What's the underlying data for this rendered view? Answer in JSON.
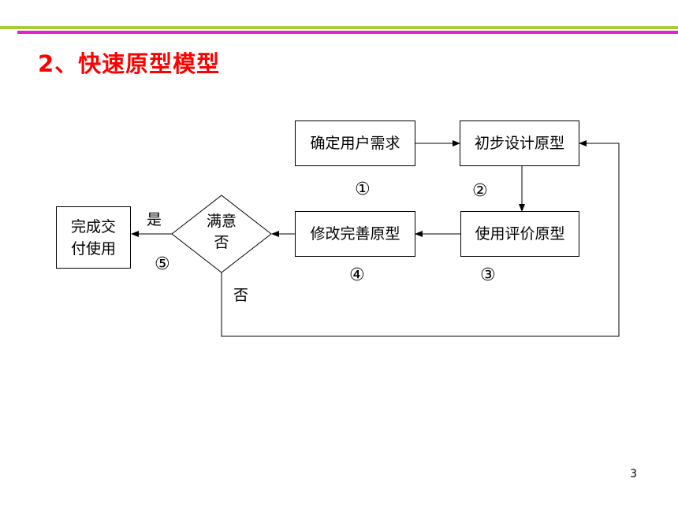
{
  "slide": {
    "title": "2、快速原型模型",
    "page_number": "3"
  },
  "diagram": {
    "nodes": {
      "determine_requirements": "确定用户需求",
      "initial_design": "初步设计原型",
      "use_evaluate": "使用评价原型",
      "revise_improve": "修改完善原型",
      "deliver": "完成交付使用",
      "satisfied": "满意",
      "satisfied_no": "否"
    },
    "labels": {
      "yes": "是",
      "no": "否"
    },
    "steps": {
      "s1": "①",
      "s2": "②",
      "s3": "③",
      "s4": "④",
      "s5": "⑤"
    }
  },
  "colors": {
    "title": "#ff0000",
    "top_bar_green": "#a6cd39",
    "top_bar_magenta": "#e11fd0"
  }
}
